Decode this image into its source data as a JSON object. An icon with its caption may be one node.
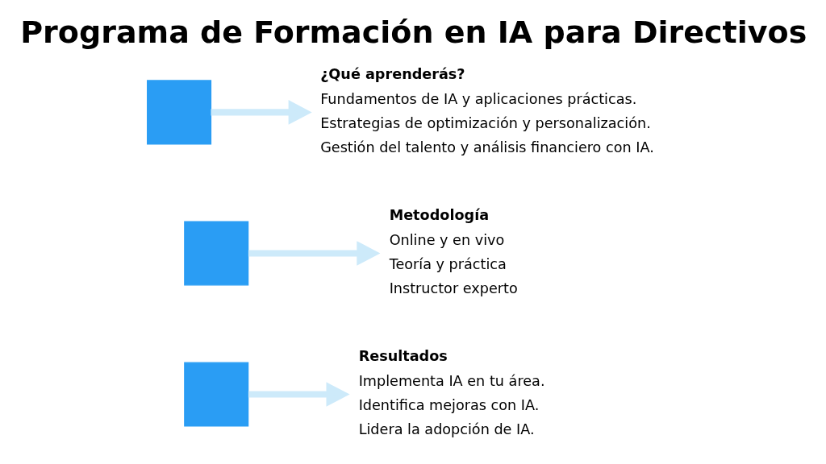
{
  "diagram": {
    "title": "Programa de Formación en IA para Directivos",
    "nodes": [
      {
        "text": [],
        "shape": "box"
      },
      {
        "text": [
          "¿Qué aprenderás?",
          "Fundamentos de IA y aplicaciones prácticas.",
          "Estrategias de optimización y personalización.",
          "Gestión del talento y análisis financiero con IA."
        ]
      },
      {
        "text": [],
        "shape": "box"
      },
      {
        "text": [
          "Metodología",
          "Online y en vivo",
          "Teoría y práctica",
          "Instructor experto"
        ]
      },
      {
        "text": [],
        "shape": "box"
      },
      {
        "text": [
          "Resultados",
          "Implementa IA en tu área.",
          "Identifica mejoras con IA.",
          "Lidera la adopción de IA."
        ]
      }
    ],
    "edges": [
      {
        "from": 0,
        "to": 1,
        "arrow": "to"
      },
      {
        "from": 2,
        "to": 3,
        "arrow": "to"
      },
      {
        "from": 4,
        "to": 5,
        "arrow": "to"
      }
    ]
  }
}
